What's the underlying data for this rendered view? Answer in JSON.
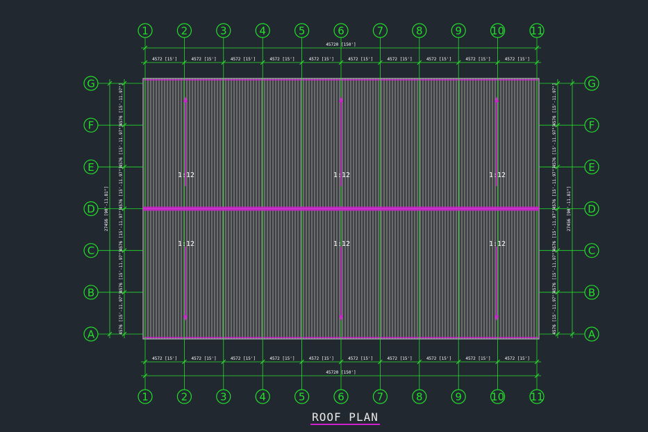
{
  "drawing": {
    "title": "ROOF PLAN",
    "colors": {
      "background": "#212830",
      "grid": "#22e02a",
      "dimension": "#2fe02f",
      "text": "#ffffff",
      "roof_fill": "#3b3d40",
      "roof_rib": "#9a9a9a",
      "ridge": "#d020d0"
    },
    "column_grid_labels": [
      "1",
      "2",
      "3",
      "4",
      "5",
      "6",
      "7",
      "8",
      "9",
      "10",
      "11"
    ],
    "row_grid_labels": [
      "G",
      "F",
      "E",
      "D",
      "C",
      "B",
      "A"
    ],
    "bay_dimension": "4572 [15']",
    "overall_length": "45720 [150']",
    "row_spacing_dimension": "4576 [15'-11.97\"]",
    "overall_width": "27456 [90'-11.81\"]",
    "slope_label": "1:12"
  }
}
